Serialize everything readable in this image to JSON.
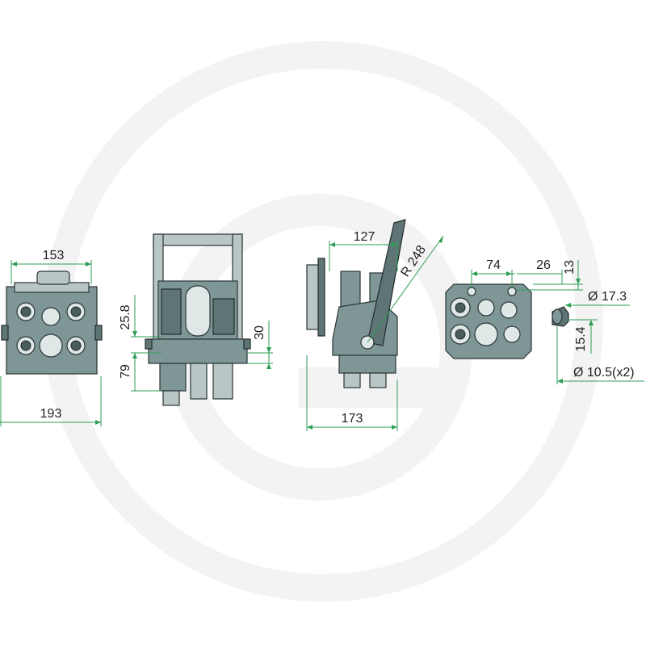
{
  "dimensions": {
    "front_width_top": "153",
    "front_width_bottom": "193",
    "side_height_upper": "25.8",
    "side_height_lower": "79",
    "side_offset": "30",
    "lever_width": "127",
    "lever_radius": "R 248",
    "lever_base_width": "173",
    "flange_spacing_a": "74",
    "flange_spacing_b": "26",
    "flange_offset": "13",
    "port_diameter": "Ø 17.3",
    "port_spacing": "15.4",
    "mount_hole": "Ø 10.5(x2)"
  },
  "colors": {
    "dimension_line": "#2e9e55",
    "part_body": "#7f9696",
    "watermark": "#f3f3f3"
  }
}
